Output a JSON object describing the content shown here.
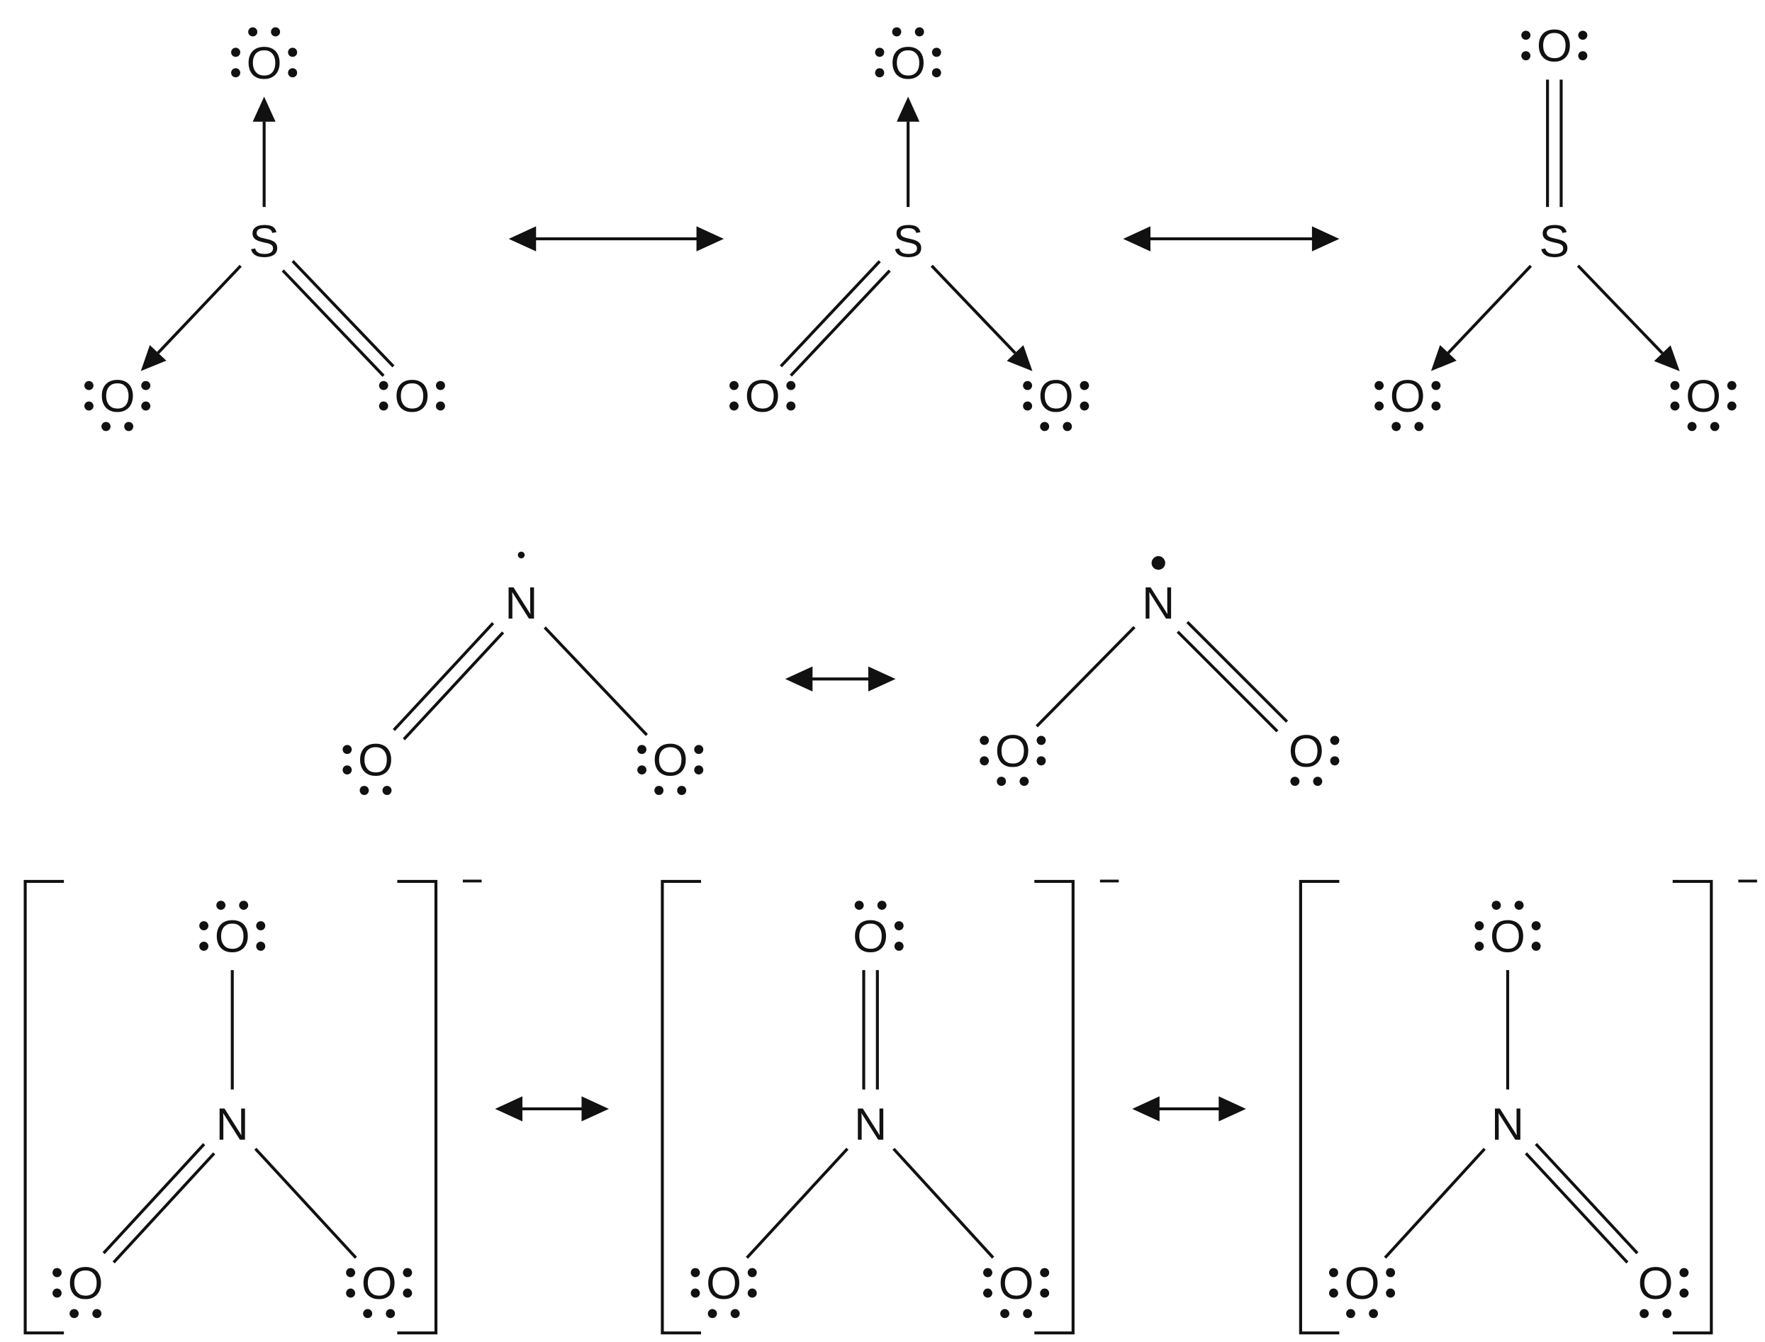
{
  "sulfur_trioxide": {
    "forms": [
      {
        "central": "S",
        "outer": [
          "O",
          "O",
          "O"
        ]
      },
      {
        "central": "S",
        "outer": [
          "O",
          "O",
          "O"
        ]
      },
      {
        "central": "S",
        "outer": [
          "O",
          "O",
          "O"
        ]
      }
    ]
  },
  "nitrogen_dioxide": {
    "forms": [
      {
        "central": "N",
        "outer": [
          "O",
          "O"
        ]
      },
      {
        "central": "N",
        "outer": [
          "O",
          "O"
        ]
      }
    ]
  },
  "nitrate": {
    "charge": "−",
    "forms": [
      {
        "central": "N",
        "outer": [
          "O",
          "O",
          "O"
        ]
      },
      {
        "central": "N",
        "outer": [
          "O",
          "O",
          "O"
        ]
      },
      {
        "central": "N",
        "outer": [
          "O",
          "O",
          "O"
        ]
      }
    ]
  },
  "colors": {
    "ink": "#111111",
    "background": "#ffffff"
  }
}
